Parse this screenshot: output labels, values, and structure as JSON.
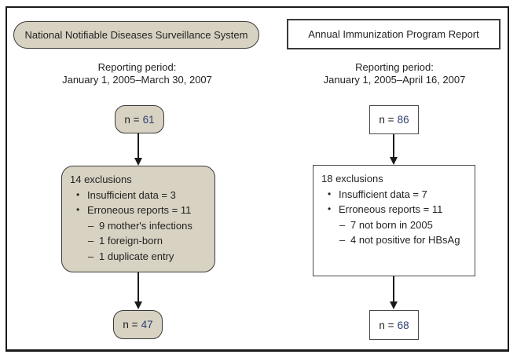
{
  "colors": {
    "frame_border": "#1a1a1a",
    "tan_fill": "#d8d2c3",
    "white_fill": "#ffffff",
    "box_border": "#3a3a3a",
    "text": "#231f20",
    "number_text": "#2e4170"
  },
  "left_column": {
    "header": "National Notifiable Diseases Surveillance System",
    "reporting_period_label": "Reporting period:",
    "reporting_period_dates": "January 1, 2005–March 30, 2007",
    "initial_count": {
      "label": "n =",
      "value": "61"
    },
    "exclusions": {
      "title": "14 exclusions",
      "items": [
        {
          "marker": "•",
          "text": "Insufficient data = 3"
        },
        {
          "marker": "•",
          "text": "Erroneous reports = 11"
        },
        {
          "marker": "–",
          "text": "9 mother's infections"
        },
        {
          "marker": "–",
          "text": "1 foreign-born"
        },
        {
          "marker": "–",
          "text": "1 duplicate entry"
        }
      ]
    },
    "final_count": {
      "label": "n =",
      "value": "47"
    }
  },
  "right_column": {
    "header": "Annual Immunization Program Report",
    "reporting_period_label": "Reporting period:",
    "reporting_period_dates": "January 1, 2005–April 16, 2007",
    "initial_count": {
      "label": "n =",
      "value": "86"
    },
    "exclusions": {
      "title": "18 exclusions",
      "items": [
        {
          "marker": "•",
          "text": "Insufficient data = 7"
        },
        {
          "marker": "•",
          "text": "Erroneous reports = 11"
        },
        {
          "marker": "–",
          "text": "7 not born in 2005"
        },
        {
          "marker": "–",
          "text": "4 not positive for HBsAg"
        }
      ]
    },
    "final_count": {
      "label": "n =",
      "value": "68"
    }
  }
}
